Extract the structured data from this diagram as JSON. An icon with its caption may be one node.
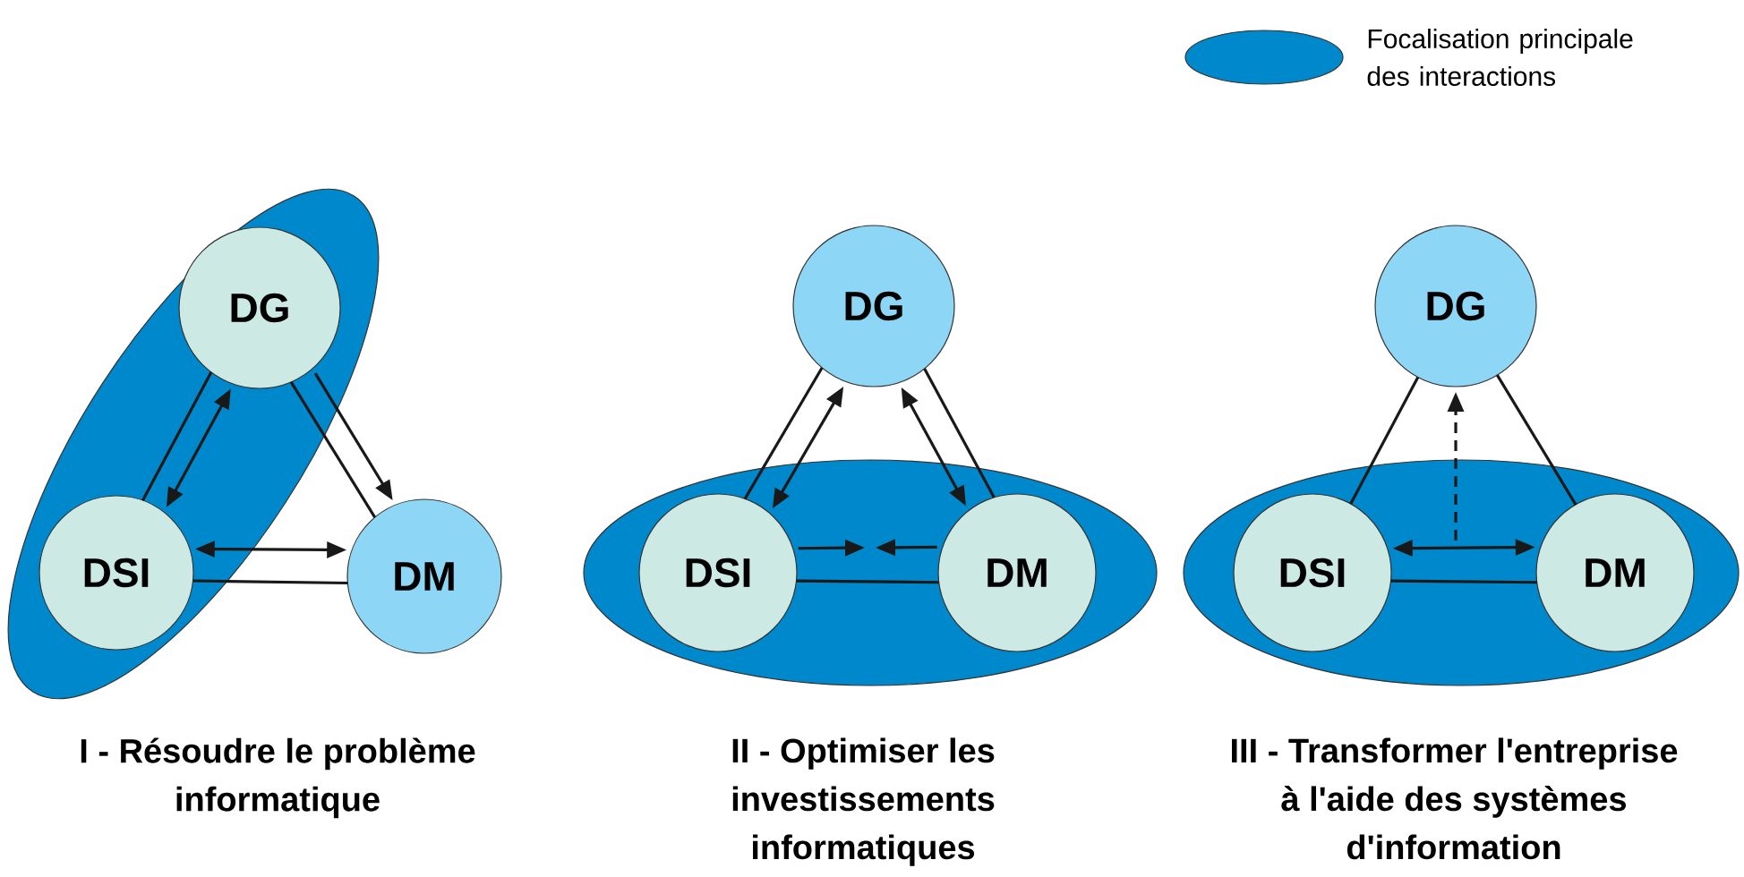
{
  "diagram": {
    "nodes": [
      {
        "text": [],
        "shape": "ellipse"
      },
      {
        "text": [
          "DG"
        ],
        "in": 0
      },
      {
        "text": [
          "DSI"
        ],
        "in": 0
      },
      {
        "text": [
          "DM"
        ]
      },
      {
        "text": [],
        "shape": "ellipse"
      },
      {
        "text": [
          "DG"
        ]
      },
      {
        "text": [
          "DSI"
        ],
        "in": 4
      },
      {
        "text": [
          "DM"
        ],
        "in": 4
      },
      {
        "text": [],
        "shape": "ellipse"
      },
      {
        "text": [
          "DG"
        ]
      },
      {
        "text": [
          "DSI"
        ],
        "in": 8
      },
      {
        "text": [
          "DM"
        ],
        "in": 8
      }
    ],
    "edges": [
      {
        "from": 1,
        "to": 2,
        "arrow": "none"
      },
      {
        "from": 1,
        "to": 3,
        "arrow": "none"
      },
      {
        "from": 2,
        "to": 3,
        "arrow": "none"
      },
      {
        "from": 2,
        "to": 1,
        "arrow": "both"
      },
      {
        "from": 1,
        "to": 3,
        "arrow": "to"
      },
      {
        "from": 2,
        "to": 3,
        "arrow": "both"
      },
      {
        "from": 5,
        "to": 6,
        "arrow": "none"
      },
      {
        "from": 5,
        "to": 7,
        "arrow": "none"
      },
      {
        "from": 6,
        "to": 7,
        "arrow": "none"
      },
      {
        "from": 5,
        "to": 6,
        "arrow": "both"
      },
      {
        "from": 5,
        "to": 7,
        "arrow": "both"
      },
      {
        "from": 6,
        "to": null,
        "arrow": "to"
      },
      {
        "from": 7,
        "to": null,
        "arrow": "to"
      },
      {
        "from": 9,
        "to": 10,
        "arrow": "none"
      },
      {
        "from": 9,
        "to": 11,
        "arrow": "none"
      },
      {
        "from": 10,
        "to": 11,
        "arrow": "none"
      },
      {
        "from": 10,
        "to": 11,
        "arrow": "both"
      },
      {
        "from": null,
        "to": 9,
        "arrow": "to",
        "style": "dashed"
      }
    ],
    "labels": [
      "I - Résoudre le problème informatique",
      "II - Optimiser les investissements informatiques",
      "III - Transformer l'entreprise à l'aide des systèmes d'information"
    ],
    "legend": [
      {
        "text": "Focalisation principale des interactions",
        "color": "#0088cc"
      }
    ]
  }
}
